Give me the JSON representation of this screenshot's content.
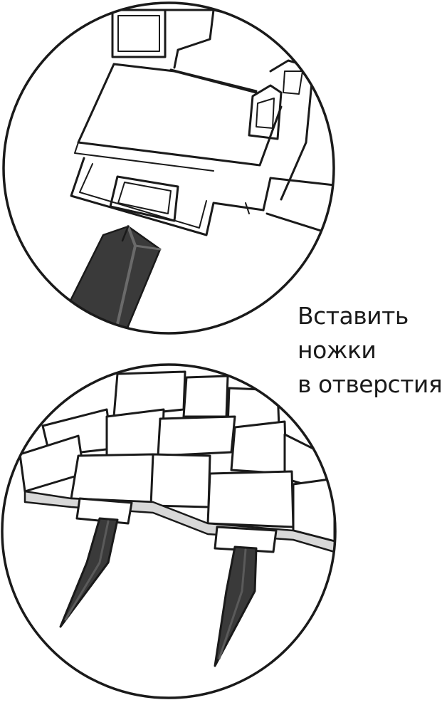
{
  "caption": {
    "lines": [
      "Вставить",
      "ножки",
      "в отверстия"
    ]
  },
  "colors": {
    "ink": "#1a1a1a",
    "peg_fill": "#3a3a3a",
    "peg_face": "#5a5a5a",
    "paper": "#ffffff"
  },
  "icons": {
    "top_detail": "peg-insertion-closeup-illustration",
    "bottom_detail": "woven-border-with-pegs-illustration"
  }
}
